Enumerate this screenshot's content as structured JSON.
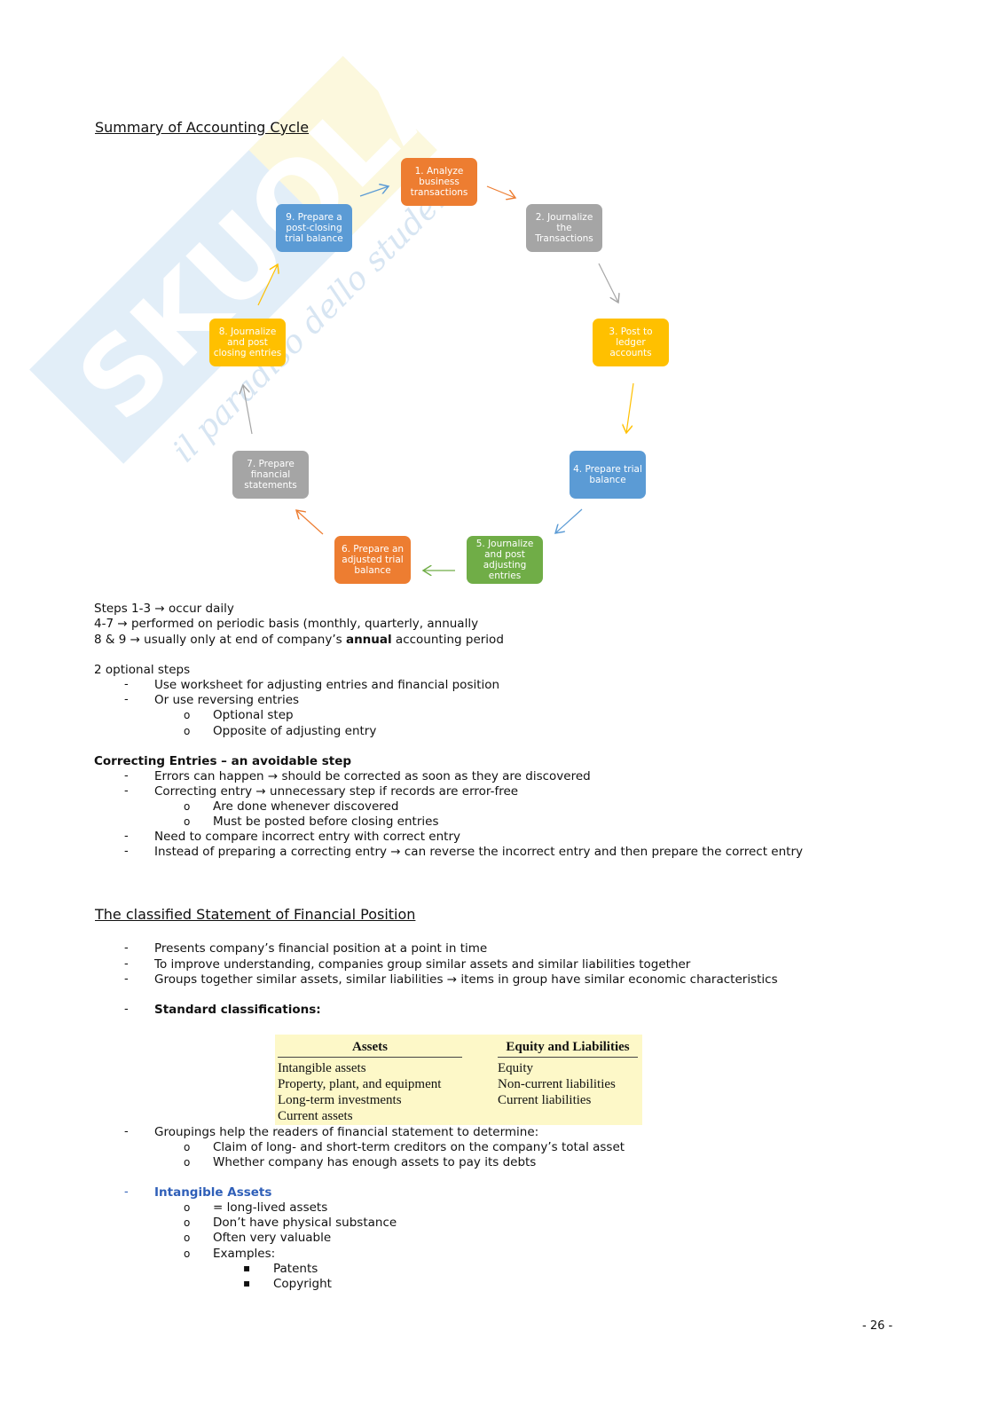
{
  "watermark": {
    "brand": "SKUOLA.net",
    "tagline": "il paradiso dello studente"
  },
  "section1": {
    "title": "Summary of Accounting Cycle"
  },
  "cycle": {
    "steps": [
      {
        "label": "1. Analyze business transactions",
        "color": "#ed7d31"
      },
      {
        "label": "2. Journalize the Transactions",
        "color": "#a5a5a5"
      },
      {
        "label": "3. Post to ledger accounts",
        "color": "#ffc000"
      },
      {
        "label": "4. Prepare trial balance",
        "color": "#5b9bd5"
      },
      {
        "label": "5. Journalize and post adjusting entries",
        "color": "#70ad47"
      },
      {
        "label": "6. Prepare an adjusted trial balance",
        "color": "#ed7d31"
      },
      {
        "label": "7. Prepare financial statements",
        "color": "#a5a5a5"
      },
      {
        "label": "8. Journalize and post closing entries",
        "color": "#ffc000"
      },
      {
        "label": "9. Prepare a post-closing trial balance",
        "color": "#5b9bd5"
      }
    ]
  },
  "notes": {
    "daily": "Steps 1-3 → occur daily",
    "periodic": "4-7 → performed on periodic basis (monthly, quarterly, annually",
    "annual_pre": "8 & 9 → usually only at end of company’s ",
    "annual_bold": "annual",
    "annual_post": " accounting period"
  },
  "optional": {
    "heading": "2 optional steps",
    "items": [
      "Use worksheet for adjusting entries and financial position",
      "Or use reversing entries"
    ],
    "sub": [
      "Optional step",
      "Opposite of adjusting entry"
    ]
  },
  "correcting": {
    "heading": "Correcting Entries – an avoidable step",
    "item1": "Errors can happen → should be corrected as soon as they are discovered",
    "item2": "Correcting entry → unnecessary step if records are error-free",
    "sub": [
      "Are done whenever discovered",
      "Must be posted before closing entries"
    ],
    "item3": "Need to compare incorrect entry with correct entry",
    "item4": "Instead of preparing a correcting entry → can reverse the incorrect entry and then prepare the correct entry"
  },
  "section2": {
    "title": "The classified Statement of Financial Position",
    "items": [
      "Presents company’s financial position at a point in time",
      "To improve understanding, companies group similar assets and similar liabilities together",
      "Groups together similar assets, similar liabilities → items in group have similar economic characteristics"
    ],
    "standard": "Standard classifications:"
  },
  "classification_table": {
    "assets_header": "Assets",
    "equity_header": "Equity and Liabilities",
    "assets": [
      "Intangible assets",
      "Property, plant, and equipment",
      "Long-term investments",
      "Current assets"
    ],
    "equity": [
      "Equity",
      "Non-current liabilities",
      "Current liabilities"
    ]
  },
  "groupings": {
    "item": "Groupings help the readers of financial statement to determine:",
    "sub": [
      "Claim of long- and short-term creditors on the company’s total asset",
      "Whether company has enough assets to pay its debts"
    ]
  },
  "intangible": {
    "heading": "Intangible Assets",
    "sub": [
      "= long-lived assets",
      "Don’t have physical substance",
      "Often very valuable",
      "Examples:"
    ],
    "examples": [
      "Patents",
      "Copyright"
    ]
  },
  "page_number": "- 26 -"
}
